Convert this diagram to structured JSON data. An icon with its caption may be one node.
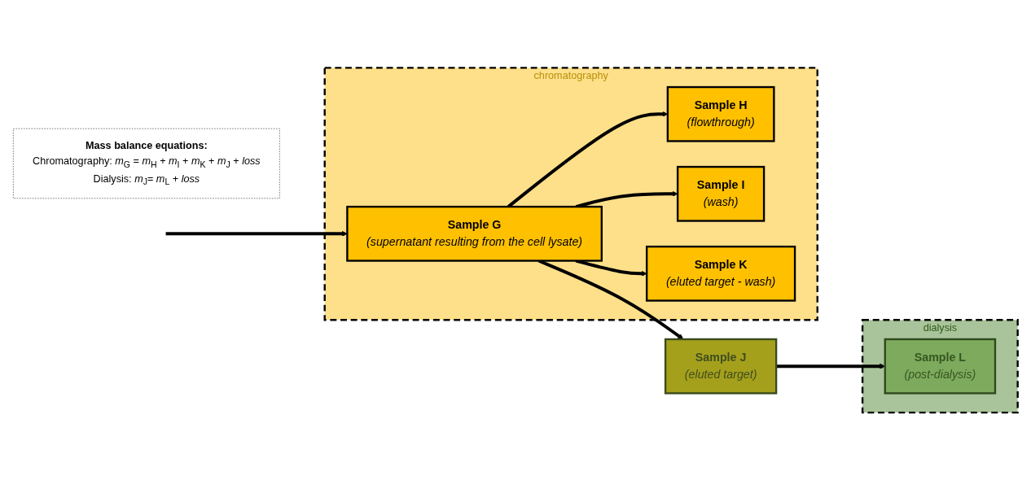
{
  "diagram": {
    "nodes": [
      {
        "text": [
          "chromatography"
        ]
      },
      {
        "text": [
          "Sample H",
          "(flowthrough)"
        ],
        "in": 0
      },
      {
        "text": [
          "Sample G",
          "(supernatant resulting from the cell lysate)"
        ],
        "in": 0
      },
      {
        "text": [
          "Sample I",
          "(wash)"
        ],
        "in": 0
      },
      {
        "text": [
          "Sample K",
          "(eluted target - wash)"
        ],
        "in": 0
      },
      {
        "text": [
          "dialysis"
        ]
      },
      {
        "text": [
          "Sample J",
          "(eluted target)"
        ]
      },
      {
        "text": [
          "Sample L",
          "(post-dialysis)"
        ],
        "in": 5
      },
      {
        "text": [
          "Mass balance equations:",
          "Chromatography: *m*$_{G}$ = *m*$_{H}$ + *m*$_{I}$ + *m*$_{K}$ + *m*$_{J}$ + *loss*",
          "Dialysis: *m*$_{J}$= *m*$_{L}$ + *loss*"
        ]
      }
    ],
    "edges": [
      {
        "from": null,
        "to": 2,
        "arrow": "to"
      },
      {
        "from": 2,
        "to": 1,
        "arrow": "to"
      },
      {
        "from": 2,
        "to": 3,
        "arrow": "to"
      },
      {
        "from": 2,
        "to": 4,
        "arrow": "to"
      },
      {
        "from": 2,
        "to": 6,
        "arrow": "to"
      },
      {
        "from": 6,
        "to": 7,
        "arrow": "to"
      }
    ]
  }
}
